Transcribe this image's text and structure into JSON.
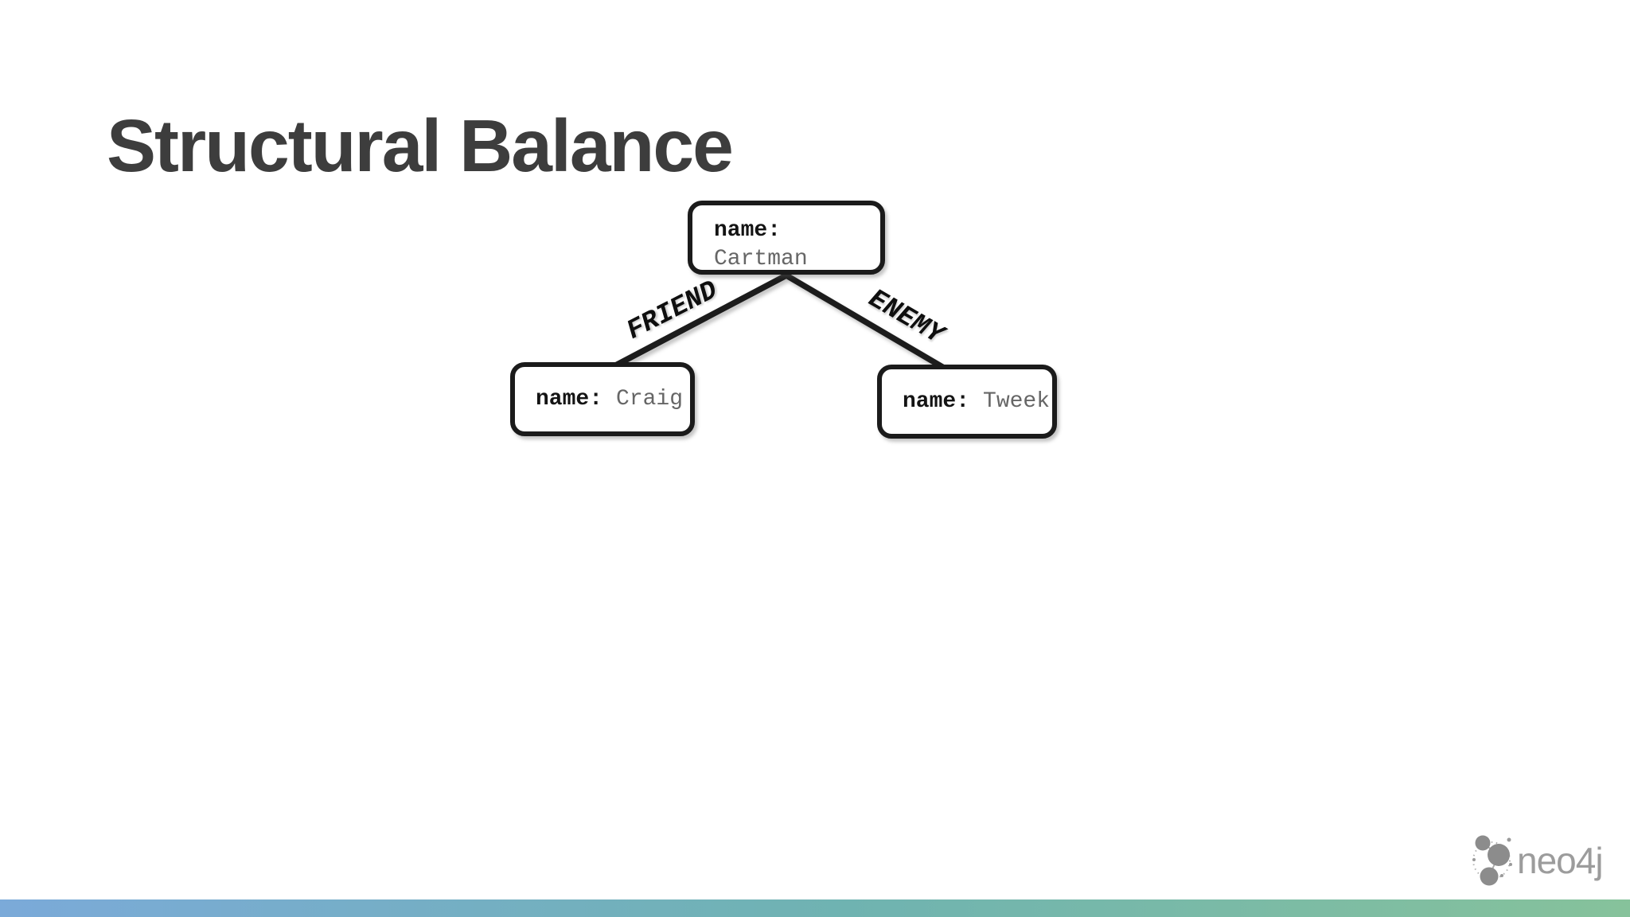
{
  "slide": {
    "title": "Structural Balance"
  },
  "graph": {
    "nodes": [
      {
        "id": "cartman",
        "key": "name:",
        "value": "Cartman"
      },
      {
        "id": "craig",
        "key": "name:",
        "value": "Craig"
      },
      {
        "id": "tweek",
        "key": "name:",
        "value": "Tweek"
      }
    ],
    "edges": [
      {
        "id": "friend",
        "label": "FRIEND",
        "from": "cartman",
        "to": "craig"
      },
      {
        "id": "enemy",
        "label": "ENEMY",
        "from": "cartman",
        "to": "tweek"
      }
    ]
  },
  "footer": {
    "logo_text": "neo4j",
    "logo_color": "#8c8c8c",
    "gradient_colors": [
      "#7baad9",
      "#6fb3b1",
      "#86c29b"
    ]
  }
}
